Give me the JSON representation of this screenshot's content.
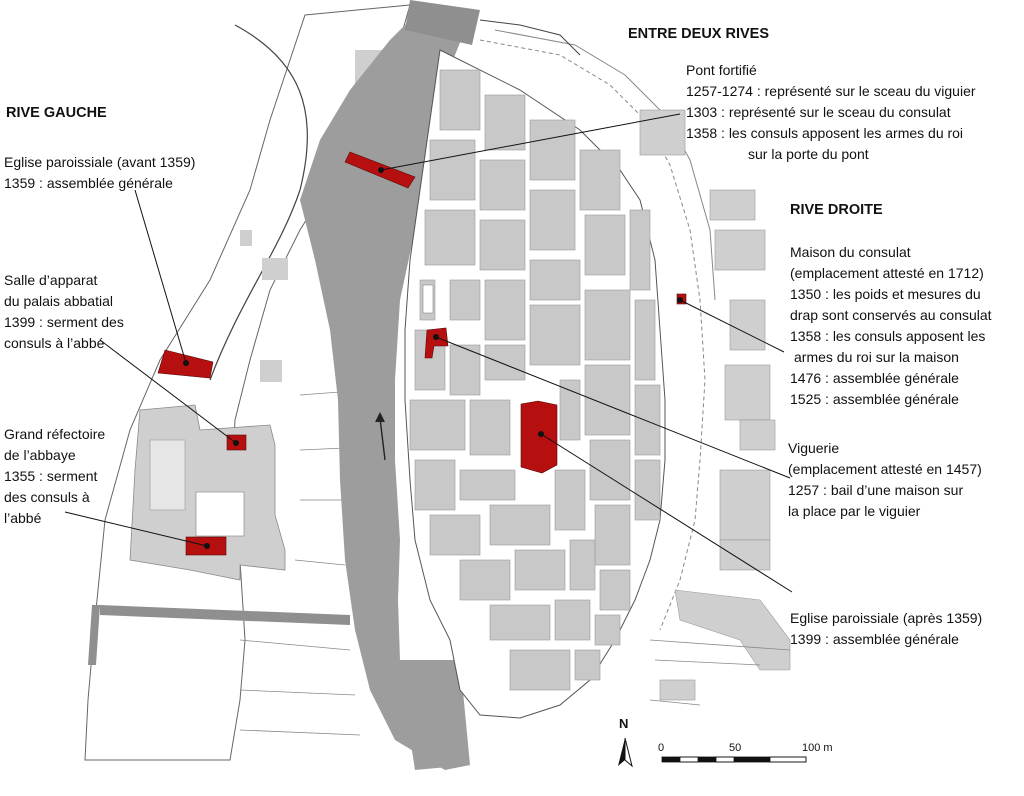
{
  "colors": {
    "river": "#9d9d9d",
    "building": "#c8c8c8",
    "building_light": "#dadada",
    "highlight": "#b50f0f",
    "outline": "#555555"
  },
  "headings": {
    "left": "RIVE GAUCHE",
    "center": "ENTRE DEUX RIVES",
    "right": "RIVE DROITE"
  },
  "annotations": {
    "pont": [
      "Pont fortifié",
      "1257-1274 : représenté sur le sceau du viguier",
      "1303 : représenté sur le sceau du consulat",
      "1358 : les consuls apposent les armes du roi",
      "sur la porte du pont"
    ],
    "eglise_avant": [
      "Eglise paroissiale (avant 1359)",
      "1359 : assemblée générale"
    ],
    "salle": [
      "Salle d’apparat",
      "du palais abbatial",
      "1399 : serment des",
      "consuls à l’abbé"
    ],
    "refectoire": [
      "Grand réfectoire",
      "de l’abbaye",
      "1355 : serment",
      "des consuls à",
      "l’abbé"
    ],
    "consulat": [
      "Maison du consulat",
      "(emplacement attesté en 1712)",
      "1350 : les poids et mesures du",
      "drap sont conservés au consulat",
      "1358 : les consuls apposent les",
      "armes du roi sur la maison",
      "1476 : assemblée générale",
      "1525 : assemblée générale"
    ],
    "viguerie": [
      "Viguerie",
      "(emplacement attesté en 1457)",
      "1257 : bail d’une maison sur",
      "la place par le viguier"
    ],
    "eglise_apres": [
      "Eglise paroissiale (après 1359)",
      "1399 : assemblée générale"
    ]
  },
  "north": "N",
  "scale": {
    "t0": "0",
    "t50": "50",
    "t100": "100 m"
  }
}
